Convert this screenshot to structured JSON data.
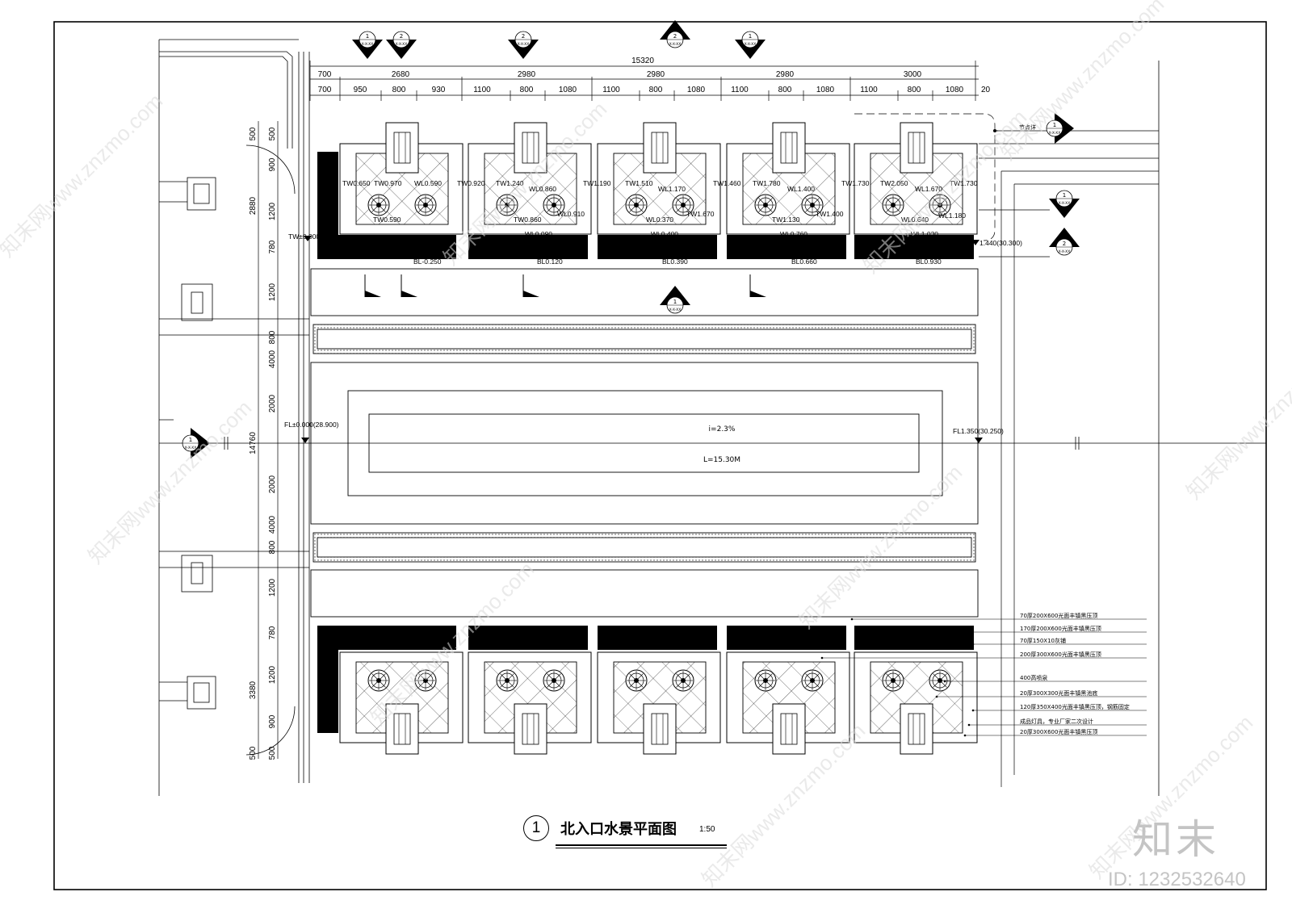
{
  "drawing": {
    "title": "北入口水景平面图",
    "number": "1",
    "scale": "1:50"
  },
  "dimensions": {
    "overall_width": "15320",
    "top_row": [
      "700",
      "2680",
      "2980",
      "2980",
      "2980",
      "3000"
    ],
    "second_row": [
      "700",
      "950",
      "800",
      "930",
      "1100",
      "800",
      "1080",
      "1100",
      "800",
      "1080",
      "1100",
      "800",
      "1080",
      "1100",
      "800",
      "1080"
    ],
    "end_offset": "20",
    "left_outer": [
      "500",
      "2880",
      "14760",
      "3380",
      "500"
    ],
    "left_inner": [
      "500",
      "900",
      "1200",
      "780",
      "1200",
      "800",
      "4000",
      "2000",
      "2000",
      "4000",
      "800",
      "1200",
      "780",
      "1200",
      "900",
      "500"
    ]
  },
  "levels": {
    "basins_top": [
      "TW0.650",
      "TW0.970",
      "WL0.590",
      "TW0.920",
      "TW1.240",
      "WL0.860",
      "TW1.190",
      "TW1.510",
      "WL1.170",
      "TW1.460",
      "TW1.780",
      "WL1.400",
      "TW1.730",
      "TW2.050",
      "WL1.670",
      "TW1.730"
    ],
    "basins_bottom": [
      "TW0.590",
      "TW0.860",
      "WL0.370",
      "TW1.130",
      "WL0.640",
      "TW1.400",
      "WL0.910",
      "TW1.670",
      "WL1.180"
    ],
    "channel": [
      "TW±0.000",
      "WL0.090",
      "WL0.400",
      "WL0.760",
      "WL1.030",
      "BL-0.250",
      "BL0.120",
      "BL0.390",
      "BL0.660",
      "BL0.930",
      "1.440(30.300)"
    ],
    "fl_left": "FL±0.000(28.900)",
    "fl_right": "FL1.350(30.250)",
    "slope": "i=2.3%",
    "length": "L=15.30M"
  },
  "callout_node": "节点详",
  "material_notes": [
    "70厚200X600光面丰镇黑压顶",
    "170厚200X600光面丰镇黑压顶",
    "70厚150X10灰铺",
    "200厚300X600光面丰镇黑压顶",
    "400高喷泉",
    "20厚300X300光面丰镇黑池底",
    "120厚350X400光面丰镇黑压顶，钢筋固定",
    "成品灯具，专业厂家二次设计",
    "20厚300X600光面丰镇黑压顶"
  ],
  "symbol_labels": {
    "top_markers": [
      "1",
      "2",
      "2",
      "2",
      "1"
    ],
    "right_markers": [
      "1",
      "2"
    ],
    "section_left": "1",
    "section_mid": "1",
    "sheet_ref": "X-X-XX"
  },
  "watermark": {
    "site": "www.znzmo.com",
    "brand_cn": "知末网",
    "logo": "知末",
    "id": "ID: 1232532640"
  }
}
